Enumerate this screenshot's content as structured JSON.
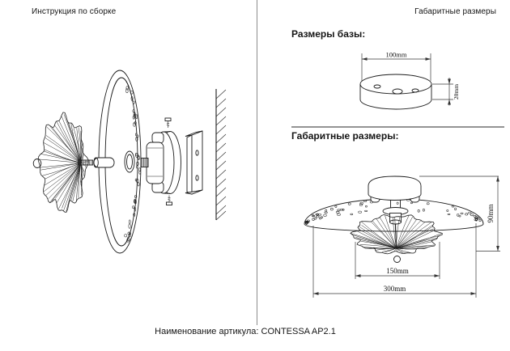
{
  "header": {
    "left": "Инструкция по сборке",
    "right": "Габаритные размеры"
  },
  "base_section": {
    "title": "Размеры базы:",
    "width_label": "100mm",
    "height_label": "20mm"
  },
  "overall_section": {
    "title": "Габаритные размеры:",
    "height_label": "90mm",
    "inner_width_label": "150mm",
    "total_width_label": "300mm"
  },
  "footer": {
    "article": "Наименование артикула: CONTESSA AP2.1"
  }
}
